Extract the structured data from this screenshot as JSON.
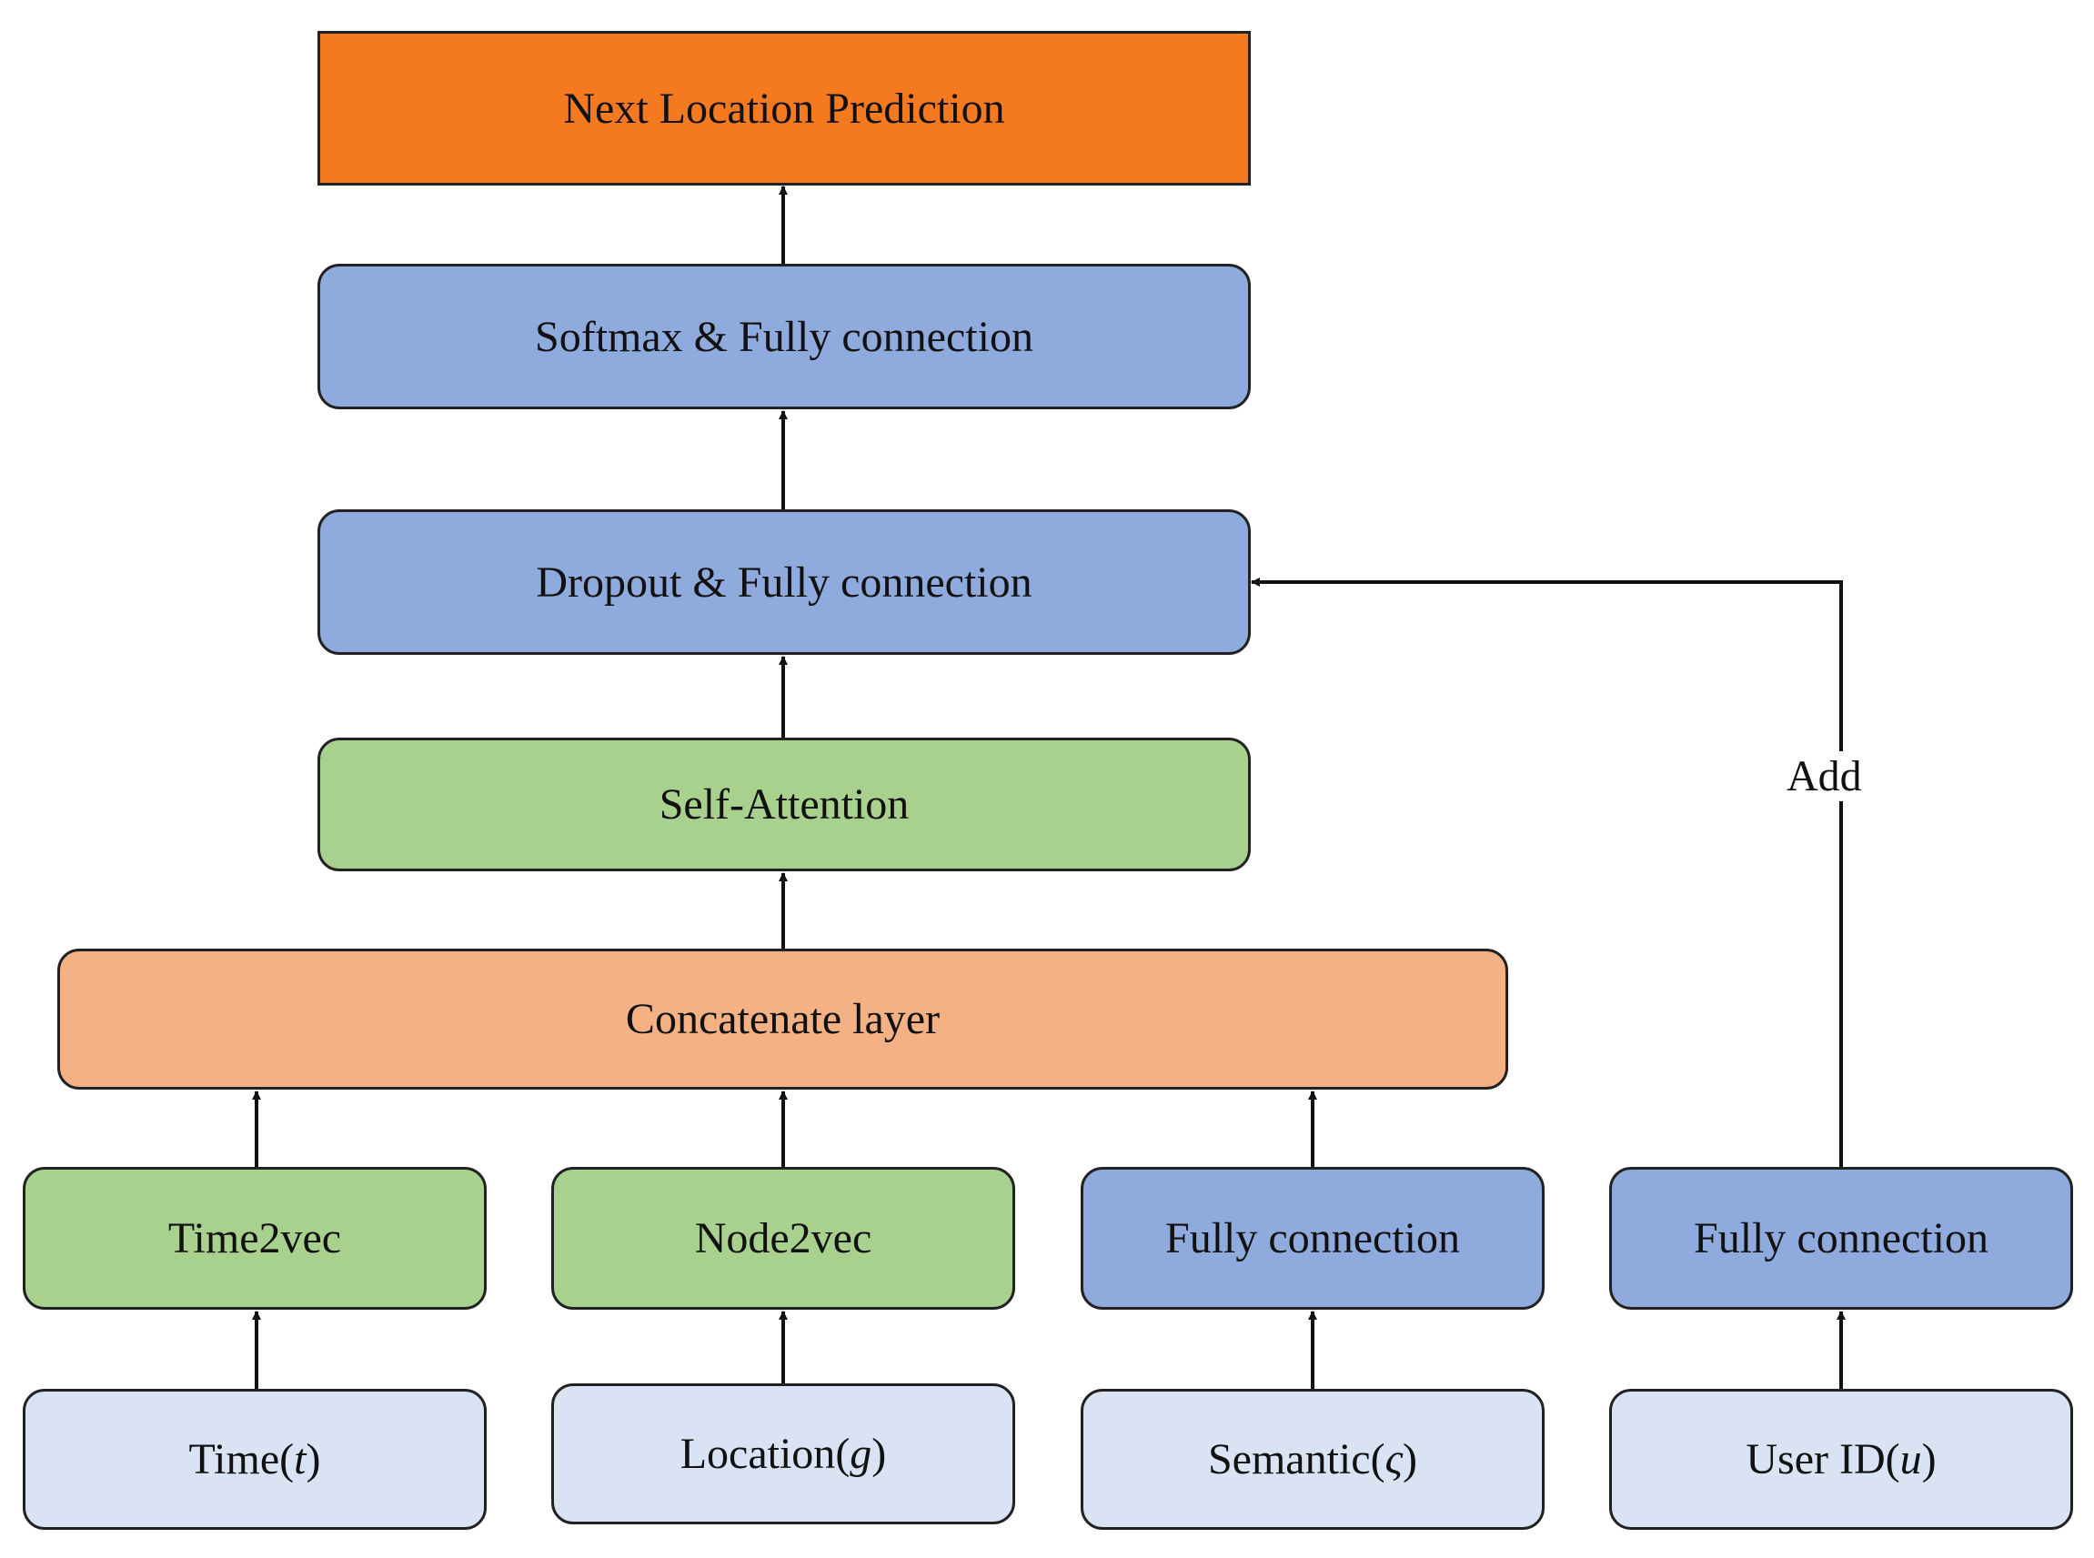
{
  "colors": {
    "output": "#F57A1F",
    "fc_blue": "#8FAADC",
    "embed_green": "#A9D18E",
    "concat_orange": "#F4B183",
    "input_light": "#DAE3F3"
  },
  "nodes": {
    "output": "Next Location Prediction",
    "softmax_fc": "Softmax & Fully connection",
    "dropout_fc": "Dropout & Fully connection",
    "self_attention": "Self-Attention",
    "concat": "Concatenate layer",
    "time2vec": "Time2vec",
    "node2vec": "Node2vec",
    "fc_semantic": "Fully connection",
    "fc_user": "Fully connection"
  },
  "inputs": {
    "time": {
      "name": "Time",
      "var": "t"
    },
    "location": {
      "name": "Location",
      "var": "g"
    },
    "semantic": {
      "name": "Semantic",
      "var": "ς"
    },
    "user": {
      "name": "User ID",
      "var": "u"
    }
  },
  "edge_labels": {
    "add": "Add"
  }
}
